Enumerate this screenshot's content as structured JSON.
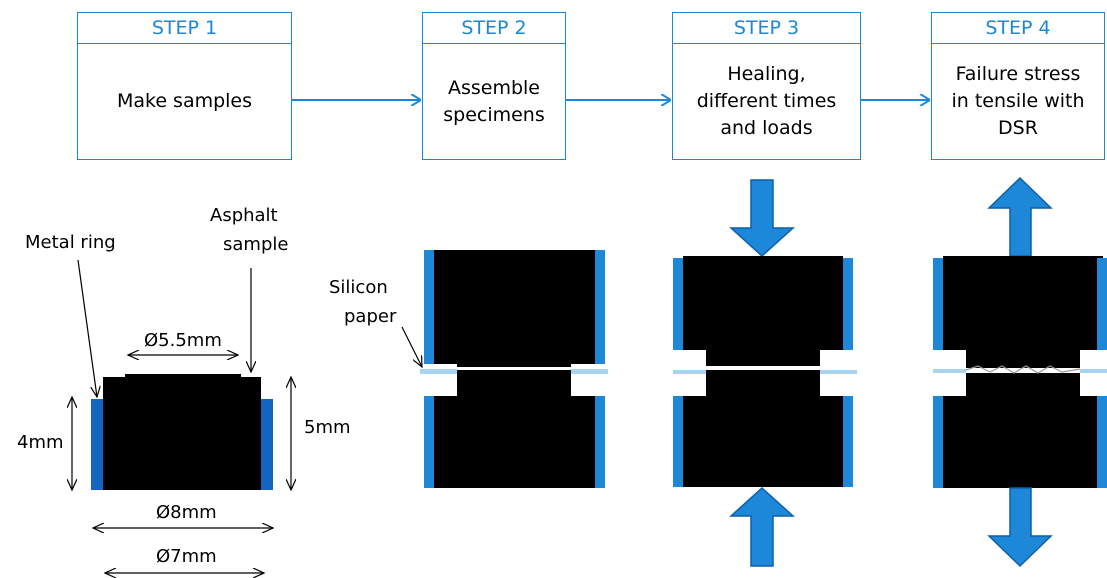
{
  "steps": [
    {
      "title": "STEP 1",
      "text": "Make samples"
    },
    {
      "title": "STEP 2",
      "text": "Assemble\nspecimens"
    },
    {
      "title": "STEP 3",
      "text": "Healing,\ndifferent times\nand loads"
    },
    {
      "title": "STEP 4",
      "text": "Failure stress\nin tensile with\nDSR"
    }
  ],
  "sample": {
    "metal_ring": "Metal ring",
    "asphalt_sample_line1": "Asphalt",
    "asphalt_sample_line2": "sample",
    "d_inner": "Ø5.5mm",
    "h_ring": "4mm",
    "h_total": "5mm",
    "d_outer": "Ø8mm",
    "d_mid": "Ø7mm"
  },
  "silicon_paper_line1": "Silicon",
  "silicon_paper_line2": "paper",
  "colors": {
    "accent": "#1b87d8",
    "arrow": "#1e88d8",
    "ring": "#1565c0",
    "paper": "#a8d4f2",
    "sample": "#000000"
  }
}
